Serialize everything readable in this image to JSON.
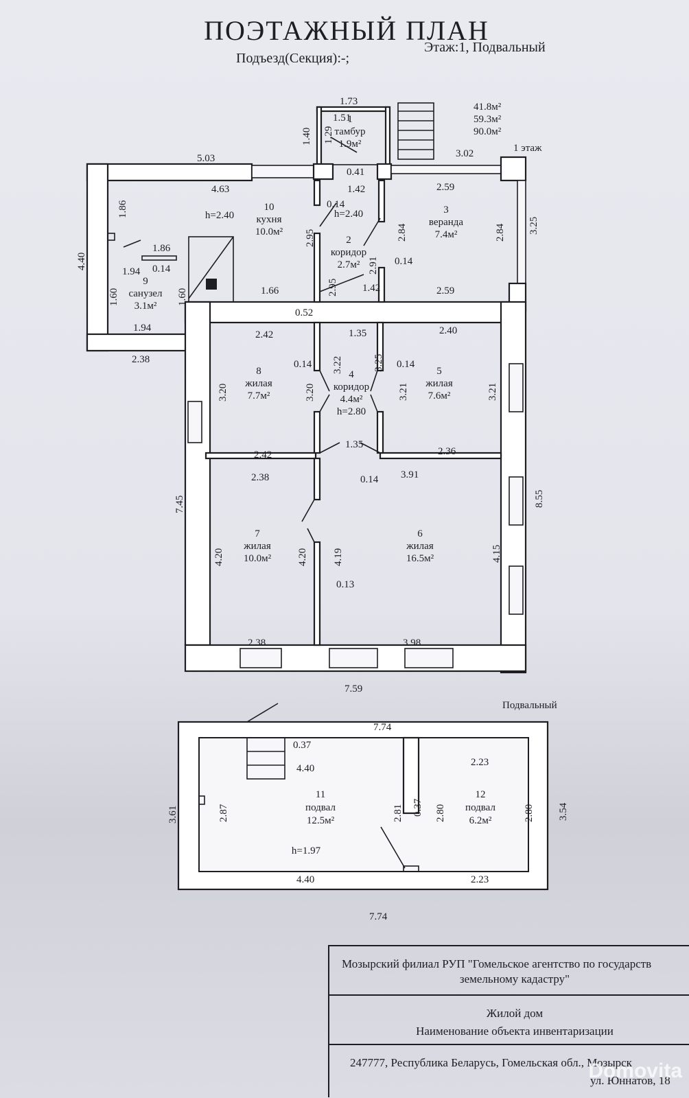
{
  "header": {
    "title": "ПОЭТАЖНЫЙ ПЛАН",
    "entrance": "Подъезд(Секция):-;",
    "floor": "Этаж:1, Подвальный"
  },
  "totals": [
    "41.8м²",
    "59.3м²",
    "90.0м²"
  ],
  "floor1_label": "1 этаж",
  "basement_label": "Подвальный",
  "rooms": [
    {
      "num": "1",
      "name": "тамбур",
      "area": "1.9м²"
    },
    {
      "num": "2",
      "name": "коридор",
      "area": "2.7м²",
      "height": "h=2.40"
    },
    {
      "num": "3",
      "name": "веранда",
      "area": "7.4м²"
    },
    {
      "num": "4",
      "name": "коридор",
      "area": "4.4м²",
      "height": "h=2.80"
    },
    {
      "num": "5",
      "name": "жилая",
      "area": "7.6м²"
    },
    {
      "num": "6",
      "name": "жилая",
      "area": "16.5м²"
    },
    {
      "num": "7",
      "name": "жилая",
      "area": "10.0м²"
    },
    {
      "num": "8",
      "name": "жилая",
      "area": "7.7м²"
    },
    {
      "num": "9",
      "name": "санузел",
      "area": "3.1м²"
    },
    {
      "num": "10",
      "name": "кухня",
      "area": "10.0м²",
      "height": "h=2.40"
    },
    {
      "num": "11",
      "name": "подвал",
      "area": "12.5м²",
      "height": "h=1.97"
    },
    {
      "num": "12",
      "name": "подвал",
      "area": "6.2м²"
    }
  ],
  "dims": {
    "d173": "1.73",
    "d151": "1.51",
    "d140": "1.40",
    "d129": "1.29",
    "d503": "5.03",
    "d302": "3.02",
    "d041": "0.41",
    "d463": "4.63",
    "d142a": "1.42",
    "d259a": "2.59",
    "d440": "4.40",
    "d186a": "1.86",
    "d014a": "0.14",
    "d295a": "2.95",
    "d284a": "2.84",
    "d284b": "2.84",
    "d325": "3.25",
    "d186b": "1.86",
    "d291": "2.91",
    "d014b": "0.14",
    "d194a": "1.94",
    "d014c": "0.14",
    "d295b": "2.95",
    "d142b": "1.42",
    "d160a": "1.60",
    "d160b": "1.60",
    "d166": "1.66",
    "d259b": "2.59",
    "d052": "0.52",
    "d194b": "1.94",
    "d242a": "2.42",
    "d135a": "1.35",
    "d240": "2.40",
    "d238a": "2.38",
    "d014d": "0.14",
    "d322": "3.22",
    "d325b": "3.25",
    "d014e": "0.14",
    "d320a": "3.20",
    "d320b": "3.20",
    "d321a": "3.21",
    "d321b": "3.21",
    "d242b": "2.42",
    "d135b": "1.35",
    "d236": "2.36",
    "d238b": "2.38",
    "d014f": "0.14",
    "d391": "3.91",
    "d745": "7.45",
    "d855": "8.55",
    "d420a": "4.20",
    "d420b": "4.20",
    "d419": "4.19",
    "d415": "4.15",
    "d013": "0.13",
    "d238c": "2.38",
    "d398": "3.98",
    "d759": "7.59",
    "b774a": "7.74",
    "b037a": "0.37",
    "b440a": "4.40",
    "b223a": "2.23",
    "b361": "3.61",
    "b287": "2.87",
    "b281": "2.81",
    "b037b": "0.37",
    "b280a": "2.80",
    "b280b": "2.80",
    "b354": "3.54",
    "b440b": "4.40",
    "b223b": "2.23",
    "b774b": "7.74"
  },
  "stamp": {
    "org_line1": "Мозырский филиал РУП \"Гомельское агентство по государств",
    "org_line2": "земельному кадастру\"",
    "object": "Жилой дом",
    "object_caption": "Наименование объекта инвентаризации",
    "address1": "247777, Республика Беларусь, Гомельская обл., Мозырск",
    "address2": "ул. Юннатов, 18"
  },
  "watermark": "Domovita"
}
